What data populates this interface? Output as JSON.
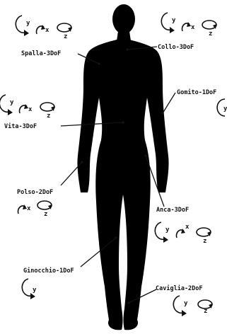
{
  "figure": {
    "joints": [
      {
        "id": "spalla",
        "label": "Spalla-3DoF",
        "axes": [
          "y",
          "x",
          "z"
        ]
      },
      {
        "id": "collo",
        "label": "Collo-3DoF",
        "axes": [
          "y",
          "x",
          "z"
        ]
      },
      {
        "id": "gomito",
        "label": "Gomito-1DoF",
        "axes": [
          "y"
        ]
      },
      {
        "id": "vita",
        "label": "Vita-3DoF",
        "axes": [
          "y",
          "x",
          "z"
        ]
      },
      {
        "id": "polso",
        "label": "Polso-2DoF",
        "axes": [
          "x",
          "z"
        ]
      },
      {
        "id": "anca",
        "label": "Anca-3DoF",
        "axes": [
          "y",
          "x",
          "z"
        ]
      },
      {
        "id": "ginocchio",
        "label": "Ginocchio-1DoF",
        "axes": [
          "y"
        ]
      },
      {
        "id": "caviglia",
        "label": "Caviglia-2DoF",
        "axes": [
          "y",
          "z"
        ]
      }
    ]
  }
}
